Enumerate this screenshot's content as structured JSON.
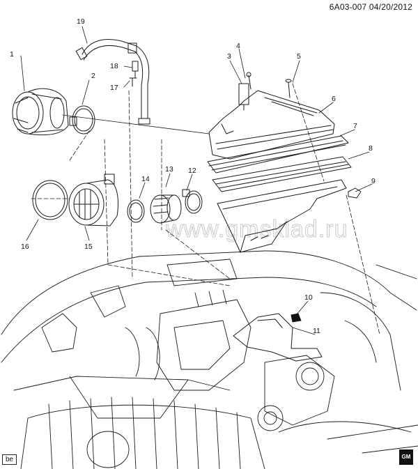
{
  "header": {
    "code": "6A03-007  04/20/2012"
  },
  "watermark": {
    "text": "www.gmsklad.ru"
  },
  "footer": {
    "left_badge": "be",
    "brand_logo": "GM"
  },
  "callouts": [
    "1",
    "2",
    "3",
    "4",
    "5",
    "6",
    "7",
    "8",
    "9",
    "10",
    "11",
    "12",
    "13",
    "14",
    "15",
    "16",
    "17",
    "18",
    "19"
  ]
}
